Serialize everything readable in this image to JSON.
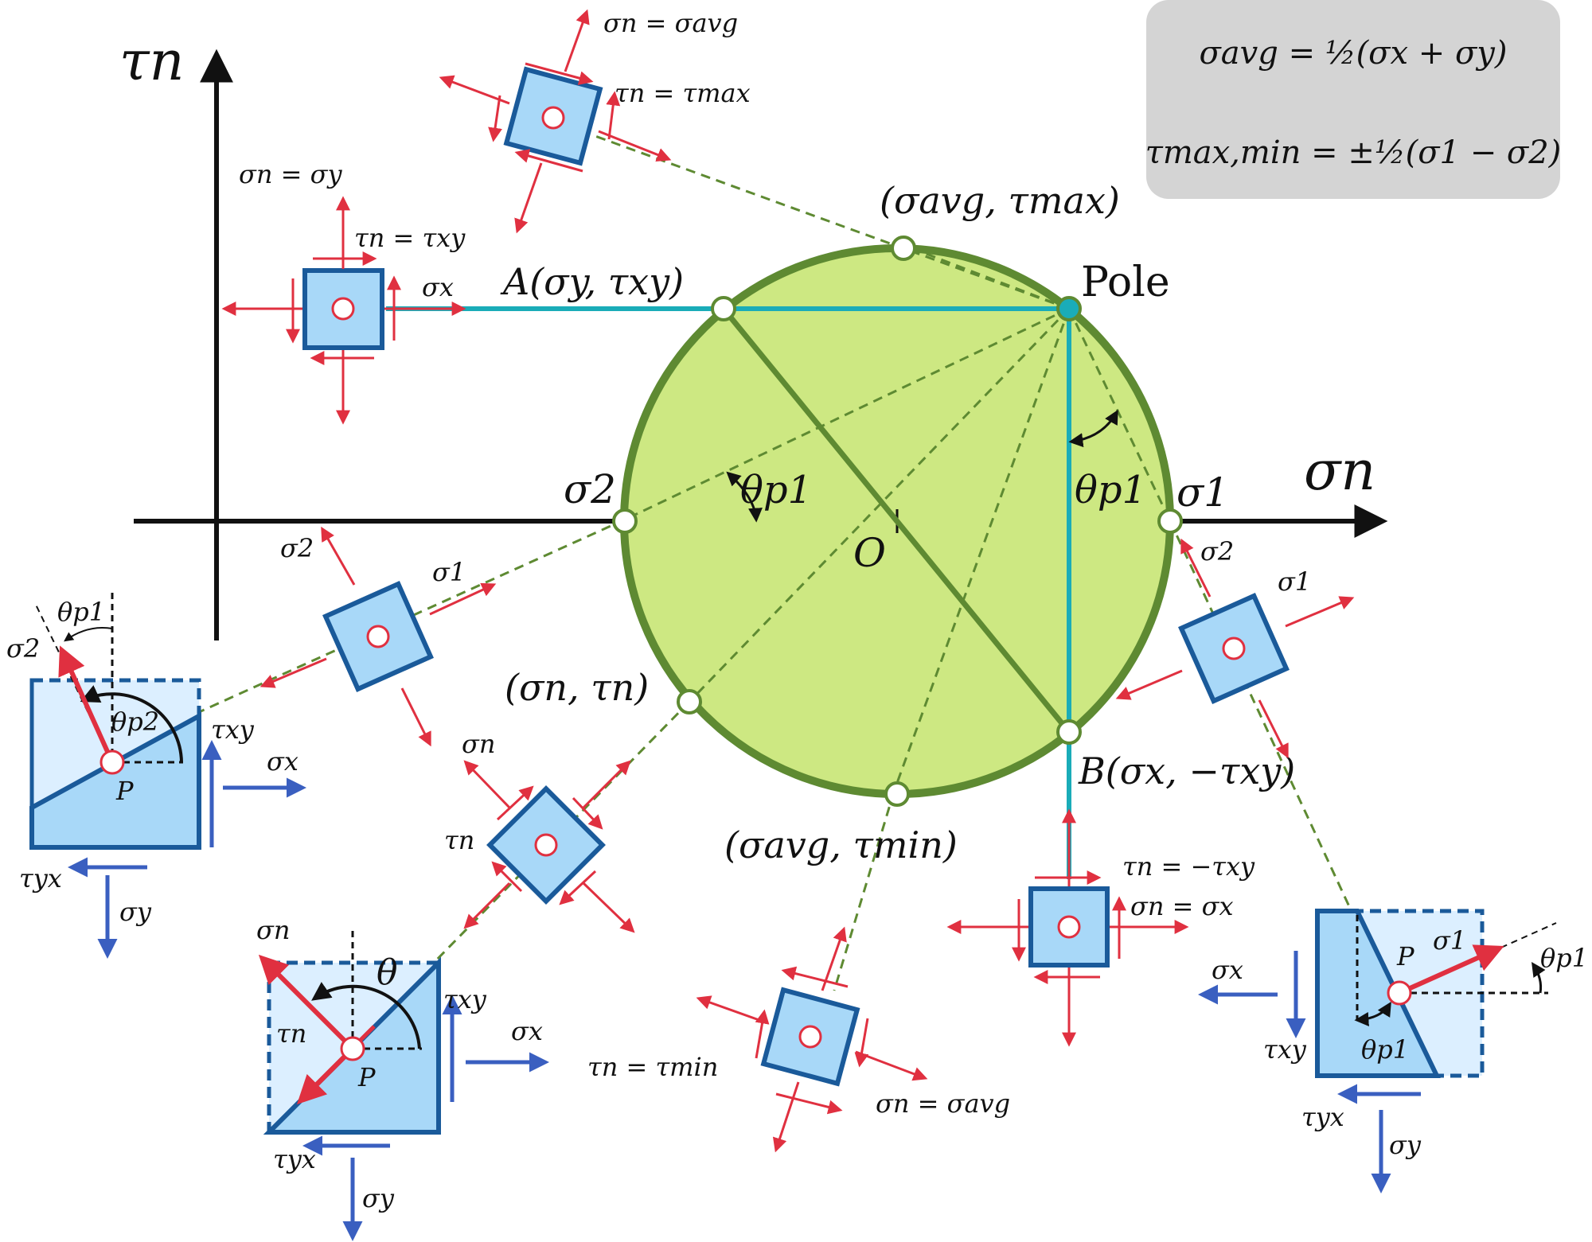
{
  "colors": {
    "circle_fill": "#cde882",
    "circle_stroke": "#5e8a32",
    "cyan_line": "#1aacb8",
    "red_arrow": "#e03040",
    "blue_arrow": "#3a5fc0",
    "element_fill": "#a8d8f8",
    "element_stroke": "#1a5a9a",
    "formula_bg": "#d4d4d4",
    "dashed_green": "#5e8a32"
  },
  "axes": {
    "vertical_label": "τn",
    "horizontal_label": "σn"
  },
  "formulas": {
    "avg": "σavg = ½(σx + σy)",
    "max_min": "τmax,min = ±½(σ1 − σ2)"
  },
  "points": {
    "A": "A(σy, τxy)",
    "B": "B(σx, −τxy)",
    "pole": "Pole",
    "top": "(σavg, τmax)",
    "bottom": "(σavg, τmin)",
    "general": "(σn, τn)",
    "sigma1": "σ1",
    "sigma2": "σ2",
    "center": "O",
    "theta_p1_left": "θp1",
    "theta_p1_right": "θp1"
  },
  "elements": {
    "top_left": {
      "sigma_n": "σn = σy",
      "tau_n": "τn = τxy",
      "sigma_x": "σx"
    },
    "top_center": {
      "sigma_n": "σn = σavg",
      "tau_n": "τn = τmax"
    },
    "left_rotated": {
      "sigma2": "σ2",
      "sigma1": "σ1"
    },
    "middle_diamond": {
      "sigma_n": "σn",
      "tau_n": "τn"
    },
    "bottom_center": {
      "tau_n": "τn = τmin",
      "sigma_n": "σn = σavg"
    },
    "bottom_right": {
      "tau_n": "τn = −τxy",
      "sigma_n": "σn = σx"
    },
    "right_rotated": {
      "sigma2": "σ2",
      "sigma1": "σ1"
    }
  },
  "wedges": {
    "left": {
      "theta_p1": "θp1",
      "sigma2": "σ2",
      "theta_p2": "θp2",
      "tau_xy": "τxy",
      "sigma_x": "σx",
      "point": "P",
      "tau_yx": "τyx",
      "sigma_y": "σy"
    },
    "center": {
      "sigma_n": "σn",
      "theta": "θ",
      "tau_xy": "τxy",
      "sigma_x": "σx",
      "tau_n": "τn",
      "point": "P",
      "tau_yx": "τyx",
      "sigma_y": "σy"
    },
    "right": {
      "sigma_x": "σx",
      "point": "P",
      "sigma1": "σ1",
      "theta_p1_out": "θp1",
      "tau_xy": "τxy",
      "theta_p1_in": "θp1",
      "tau_yx": "τyx",
      "sigma_y": "σy"
    }
  }
}
